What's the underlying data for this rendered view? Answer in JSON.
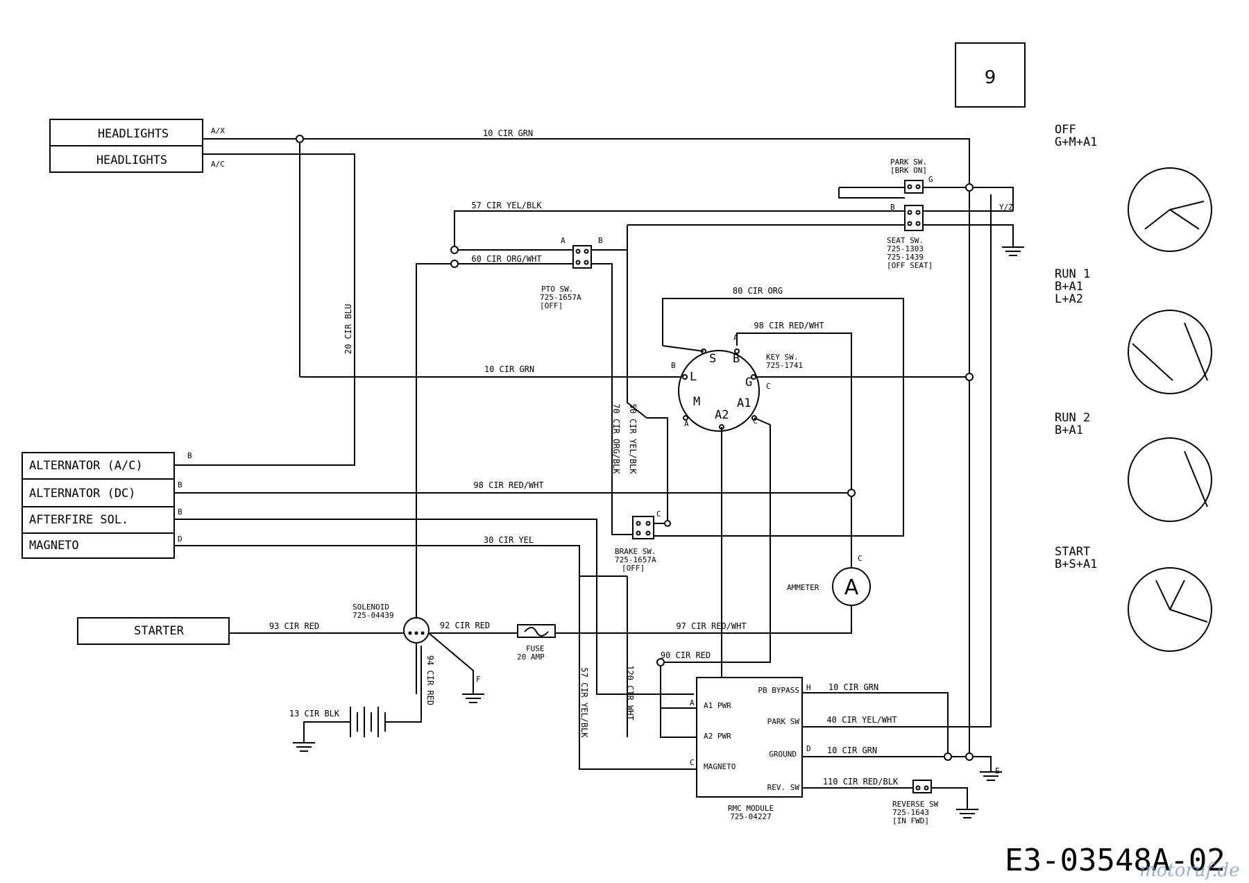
{
  "page_number": "9",
  "drawing_number": "E3-03548A-02",
  "watermark": "motoruf.de",
  "components": {
    "headlights_ac": "HEADLIGHTS",
    "headlights_ac_pin": "A/X",
    "headlights_dc": "HEADLIGHTS",
    "headlights_dc_pin": "A/C",
    "alternator_ac": "ALTERNATOR (A/C)",
    "alternator_dc": "ALTERNATOR (DC)",
    "afterfire_sol": "AFTERFIRE SOL.",
    "magneto": "MAGNETO",
    "starter": "STARTER",
    "pin_b": "B",
    "pin_d": "D",
    "solenoid": [
      "SOLENOID",
      "725-04439"
    ],
    "fuse": [
      "FUSE",
      "20 AMP"
    ],
    "ammeter": "AMMETER",
    "ammeter_symbol": "A",
    "pto_sw": [
      "PTO SW.",
      "725-1657A",
      "[OFF]"
    ],
    "brake_sw": [
      "BRAKE SW.",
      "725-1657A",
      "[OFF]"
    ],
    "park_sw": [
      "PARK SW.",
      "[BRK ON]"
    ],
    "seat_sw": [
      "SEAT SW.",
      "725-1303",
      "725-1439",
      "[OFF SEAT]"
    ],
    "key_sw": [
      "KEY SW.",
      "725-1741"
    ],
    "reverse_sw": [
      "REVERSE SW",
      "725-1643",
      "[IN FWD]"
    ],
    "rmc_module": [
      "RMC MODULE",
      "725-04227"
    ],
    "rmc_pins": {
      "pb_bypass": "PB BYPASS",
      "park_sw": "PARK SW",
      "ground": "GROUND",
      "rev_sw": "REV. SW",
      "a1_pwr": "A1 PWR",
      "a2_pwr": "A2 PWR",
      "magneto": "MAGNETO"
    },
    "key_terminals": {
      "s": "S",
      "b": "B",
      "l": "L",
      "g": "G",
      "m": "M",
      "a2": "A2",
      "a1": "A1"
    }
  },
  "wires": {
    "w10_grn_top": "10 CIR GRN",
    "w20_blu": "20 CIR BLU",
    "w57_yelblk_top": "57 CIR YEL/BLK",
    "w60_orgwht": "60 CIR ORG/WHT",
    "w80_org": "80 CIR ORG",
    "w98_redwht_top": "98 CIR RED/WHT",
    "w10_grn_mid": "10 CIR GRN",
    "w70_orgblk": "70 CIR ORG/BLK",
    "w50_yelblk": "50 CIR YEL/BLK",
    "w98_redwht_mid": "98 CIR RED/WHT",
    "w30_yel": "30 CIR YEL",
    "w93_red": "93 CIR RED",
    "w92_red": "92 CIR RED",
    "w97_redwht": "97 CIR RED/WHT",
    "w90_red": "90 CIR RED",
    "w94_red": "94 CIR RED",
    "w13_blk": "13 CIR BLK",
    "w57_yelblk_low": "57 CIR YEL/BLK",
    "w120_wht": "120 CIR WHT",
    "w10_grn_h": "10 CIR GRN",
    "w40_yelwht": "40 CIR YEL/WHT",
    "w10_grn_d": "10 CIR GRN",
    "w110_redblk": "110 CIR RED/BLK"
  },
  "pin_letters": {
    "a": "A",
    "b": "B",
    "c": "C",
    "d": "D",
    "e": "E",
    "f": "F",
    "g": "G",
    "h": "H",
    "yz": "Y/Z"
  },
  "key_positions": [
    {
      "name": "OFF",
      "combo": "G+M+A1"
    },
    {
      "name": "RUN 1",
      "combo": "B+A1",
      "combo2": "L+A2"
    },
    {
      "name": "RUN 2",
      "combo": "B+A1"
    },
    {
      "name": "START",
      "combo": "B+S+A1"
    }
  ]
}
